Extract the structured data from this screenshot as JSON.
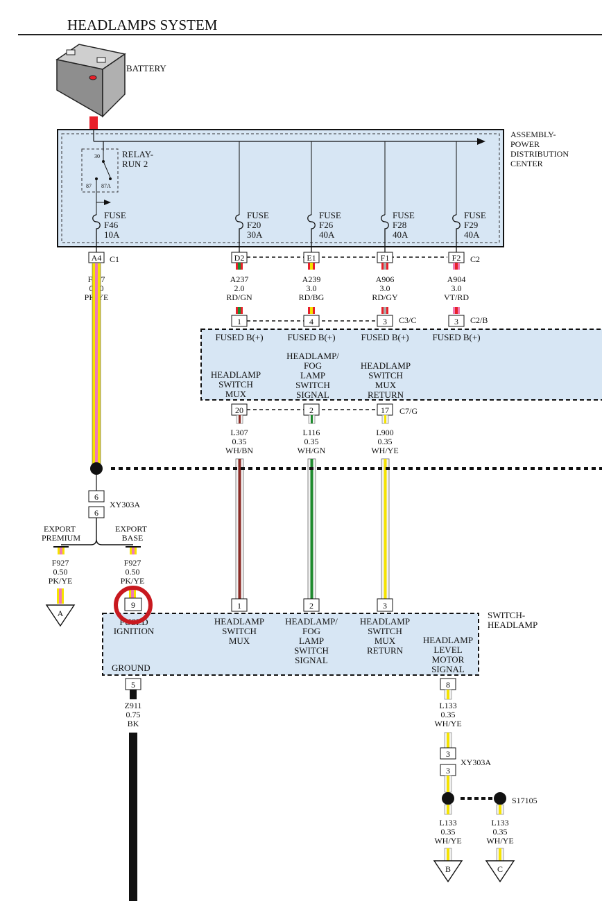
{
  "title": "HEADLAMPS SYSTEM",
  "battery": {
    "label": "BATTERY"
  },
  "pdc": {
    "label": [
      "ASSEMBLY-",
      "POWER",
      "DISTRIBUTION",
      "CENTER"
    ],
    "relay": {
      "label": [
        "RELAY-",
        "RUN 2"
      ],
      "pins": {
        "p30": "30",
        "p87": "87",
        "p87a": "87A"
      }
    },
    "fuses": [
      {
        "name": "FUSE",
        "id": "F46",
        "rating": "10A"
      },
      {
        "name": "FUSE",
        "id": "F20",
        "rating": "30A"
      },
      {
        "name": "FUSE",
        "id": "F26",
        "rating": "40A"
      },
      {
        "name": "FUSE",
        "id": "F28",
        "rating": "40A"
      },
      {
        "name": "FUSE",
        "id": "F29",
        "rating": "40A"
      }
    ],
    "connector_c1": {
      "pin": "A4",
      "name": "C1"
    },
    "connector_c2": {
      "pins": [
        "D2",
        "E1",
        "F1",
        "F2"
      ],
      "name": "C2"
    }
  },
  "wires_top": [
    {
      "circuit": "F927",
      "gauge": "0.50",
      "color": "PK/YE"
    },
    {
      "circuit": "A237",
      "gauge": "2.0",
      "color": "RD/GN"
    },
    {
      "circuit": "A239",
      "gauge": "3.0",
      "color": "RD/BG"
    },
    {
      "circuit": "A906",
      "gauge": "3.0",
      "color": "RD/GY"
    },
    {
      "circuit": "A904",
      "gauge": "3.0",
      "color": "VT/RD"
    }
  ],
  "bcm": {
    "connector_c3c": {
      "pins": [
        "1",
        "4",
        "3"
      ],
      "name": "C3/C"
    },
    "connector_c2b": {
      "pin": "3",
      "name": "C2/B"
    },
    "fused_label": "FUSED B(+)",
    "col1": [
      "HEADLAMP",
      "SWITCH",
      "MUX"
    ],
    "col2": [
      "HEADLAMP/",
      "FOG",
      "LAMP",
      "SWITCH",
      "SIGNAL"
    ],
    "col3": [
      "HEADLAMP",
      "SWITCH",
      "MUX",
      "RETURN"
    ],
    "connector_c7g": {
      "pins": [
        "20",
        "2",
        "17"
      ],
      "name": "C7/G"
    }
  },
  "wires_mid": [
    {
      "circuit": "L307",
      "gauge": "0.35",
      "color": "WH/BN"
    },
    {
      "circuit": "L116",
      "gauge": "0.35",
      "color": "WH/GN"
    },
    {
      "circuit": "L900",
      "gauge": "0.35",
      "color": "WH/YE"
    }
  ],
  "splice_connector": {
    "pin_top": "6",
    "pin_bottom": "6",
    "name": "XY303A"
  },
  "export": {
    "premium": [
      "EXPORT",
      "PREMIUM"
    ],
    "base": [
      "EXPORT",
      "BASE"
    ],
    "wire_premium": {
      "circuit": "F927",
      "gauge": "0.50",
      "color": "PK/YE"
    },
    "wire_base": {
      "circuit": "F927",
      "gauge": "0.50",
      "color": "PK/YE"
    },
    "ref_a": "A"
  },
  "switch": {
    "label": [
      "SWITCH-",
      "HEADLAMP"
    ],
    "pins": {
      "p9": "9",
      "p1": "1",
      "p2": "2",
      "p3": "3",
      "p5": "5",
      "p8": "8"
    },
    "fused_ignition": [
      "FUSED",
      "IGNITION"
    ],
    "ground": "GROUND",
    "col1": [
      "HEADLAMP",
      "SWITCH",
      "MUX"
    ],
    "col2": [
      "HEADLAMP/",
      "FOG",
      "LAMP",
      "SWITCH",
      "SIGNAL"
    ],
    "col3": [
      "HEADLAMP",
      "SWITCH",
      "MUX",
      "RETURN"
    ],
    "col4": [
      "HEADLAMP",
      "LEVEL",
      "MOTOR",
      "SIGNAL"
    ]
  },
  "wire_ground": {
    "circuit": "Z911",
    "gauge": "0.75",
    "color": "BK"
  },
  "wire_level": {
    "circuit": "L133",
    "gauge": "0.35",
    "color": "WH/YE"
  },
  "splice_connector2": {
    "pin_top": "3",
    "pin_bottom": "3",
    "name": "XY303A"
  },
  "splice": {
    "name": "S17105"
  },
  "wire_b": {
    "circuit": "L133",
    "gauge": "0.35",
    "color": "WH/YE"
  },
  "wire_c": {
    "circuit": "L133",
    "gauge": "0.35",
    "color": "WH/YE"
  },
  "refs": {
    "b": "B",
    "c": "C"
  },
  "colors": {
    "box_fill": "#d7e6f4",
    "highlight": "#c8191f",
    "red": "#e8202a",
    "green": "#1f8a2e",
    "yellow": "#f5e300",
    "pink": "#f07ab4",
    "brown": "#8b2b25"
  }
}
